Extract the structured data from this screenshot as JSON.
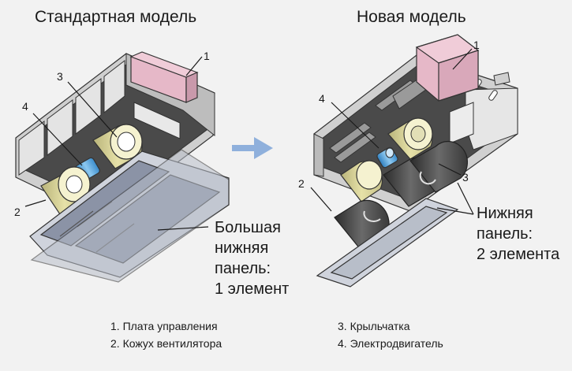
{
  "titles": {
    "left": "Стандартная модель",
    "right": "Новая модель"
  },
  "numbers": {
    "one": "1",
    "two": "2",
    "three": "3",
    "four": "4"
  },
  "callouts": {
    "left": [
      "Большая",
      "нижняя",
      "панель:",
      "1 элемент"
    ],
    "right": [
      "Нижняя",
      "панель:",
      "2 элемента"
    ]
  },
  "legend": {
    "left": [
      "1. Плата управления",
      "2. Кожух вентилятора"
    ],
    "right": [
      "3. Крыльчатка",
      "4. Электродвигатель"
    ]
  },
  "colors": {
    "background": "#f2f2f2",
    "body": "#d6d6d6",
    "dark": "#3c3c3c",
    "fan_beige": "#ddd8a0",
    "motor_blue": "#4a9fd8",
    "board_pink": "#e6b8c8",
    "arrow": "#8fb0dc"
  }
}
